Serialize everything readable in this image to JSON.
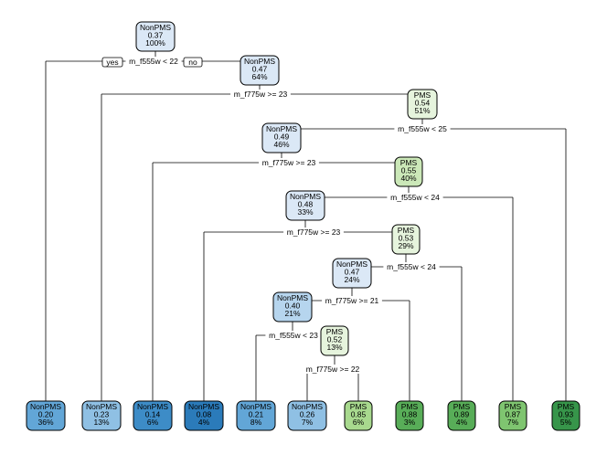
{
  "tree": {
    "edge_labels": {
      "yes": "yes",
      "no": "no"
    },
    "colors": {
      "nonpms": [
        "#2b7bba",
        "#3d8cc7",
        "#62a6d7",
        "#8fc0e4",
        "#b6d5ee",
        "#dbe8f6"
      ],
      "pms": [
        "#e6f4dd",
        "#cbe8b8",
        "#a8d98e",
        "#7fc570",
        "#58ad58",
        "#37954a"
      ]
    },
    "nodes": [
      {
        "id": "n1",
        "class": "NonPMS",
        "prob": "0.37",
        "pct": "100%",
        "shade": "nonpms-5"
      },
      {
        "id": "n2",
        "class": "NonPMS",
        "prob": "0.47",
        "pct": "64%",
        "shade": "nonpms-5"
      },
      {
        "id": "n3",
        "class": "PMS",
        "prob": "0.54",
        "pct": "51%",
        "shade": "pms-0"
      },
      {
        "id": "n4",
        "class": "NonPMS",
        "prob": "0.49",
        "pct": "46%",
        "shade": "nonpms-5"
      },
      {
        "id": "n5",
        "class": "PMS",
        "prob": "0.55",
        "pct": "40%",
        "shade": "pms-1"
      },
      {
        "id": "n6",
        "class": "NonPMS",
        "prob": "0.48",
        "pct": "33%",
        "shade": "nonpms-5"
      },
      {
        "id": "n7",
        "class": "PMS",
        "prob": "0.53",
        "pct": "29%",
        "shade": "pms-0"
      },
      {
        "id": "n8",
        "class": "NonPMS",
        "prob": "0.47",
        "pct": "24%",
        "shade": "nonpms-5"
      },
      {
        "id": "n9",
        "class": "NonPMS",
        "prob": "0.40",
        "pct": "21%",
        "shade": "nonpms-4"
      },
      {
        "id": "n10",
        "class": "PMS",
        "prob": "0.52",
        "pct": "13%",
        "shade": "pms-0"
      },
      {
        "id": "l1",
        "class": "NonPMS",
        "prob": "0.20",
        "pct": "36%",
        "shade": "nonpms-2"
      },
      {
        "id": "l2",
        "class": "NonPMS",
        "prob": "0.23",
        "pct": "13%",
        "shade": "nonpms-3"
      },
      {
        "id": "l3",
        "class": "NonPMS",
        "prob": "0.14",
        "pct": "6%",
        "shade": "nonpms-1"
      },
      {
        "id": "l4",
        "class": "NonPMS",
        "prob": "0.08",
        "pct": "4%",
        "shade": "nonpms-0"
      },
      {
        "id": "l5",
        "class": "NonPMS",
        "prob": "0.21",
        "pct": "8%",
        "shade": "nonpms-2"
      },
      {
        "id": "l6",
        "class": "NonPMS",
        "prob": "0.26",
        "pct": "7%",
        "shade": "nonpms-3"
      },
      {
        "id": "l7",
        "class": "PMS",
        "prob": "0.85",
        "pct": "6%",
        "shade": "pms-2"
      },
      {
        "id": "l8",
        "class": "PMS",
        "prob": "0.88",
        "pct": "3%",
        "shade": "pms-4"
      },
      {
        "id": "l9",
        "class": "PMS",
        "prob": "0.89",
        "pct": "4%",
        "shade": "pms-4"
      },
      {
        "id": "l10",
        "class": "PMS",
        "prob": "0.87",
        "pct": "7%",
        "shade": "pms-3"
      },
      {
        "id": "l11",
        "class": "PMS",
        "prob": "0.93",
        "pct": "5%",
        "shade": "pms-5"
      }
    ],
    "splits": [
      {
        "id": "s1",
        "label": "m_f555w < 22"
      },
      {
        "id": "s2",
        "label": "m_f775w >= 23"
      },
      {
        "id": "s3",
        "label": "m_f555w < 25"
      },
      {
        "id": "s4",
        "label": "m_f775w >= 23"
      },
      {
        "id": "s5",
        "label": "m_f555w < 24"
      },
      {
        "id": "s6",
        "label": "m_f775w >= 23"
      },
      {
        "id": "s7",
        "label": "m_f555w < 24"
      },
      {
        "id": "s8",
        "label": "m_f775w >= 21"
      },
      {
        "id": "s9",
        "label": "m_f555w < 23"
      },
      {
        "id": "s10",
        "label": "m_f775w >= 22"
      }
    ]
  }
}
